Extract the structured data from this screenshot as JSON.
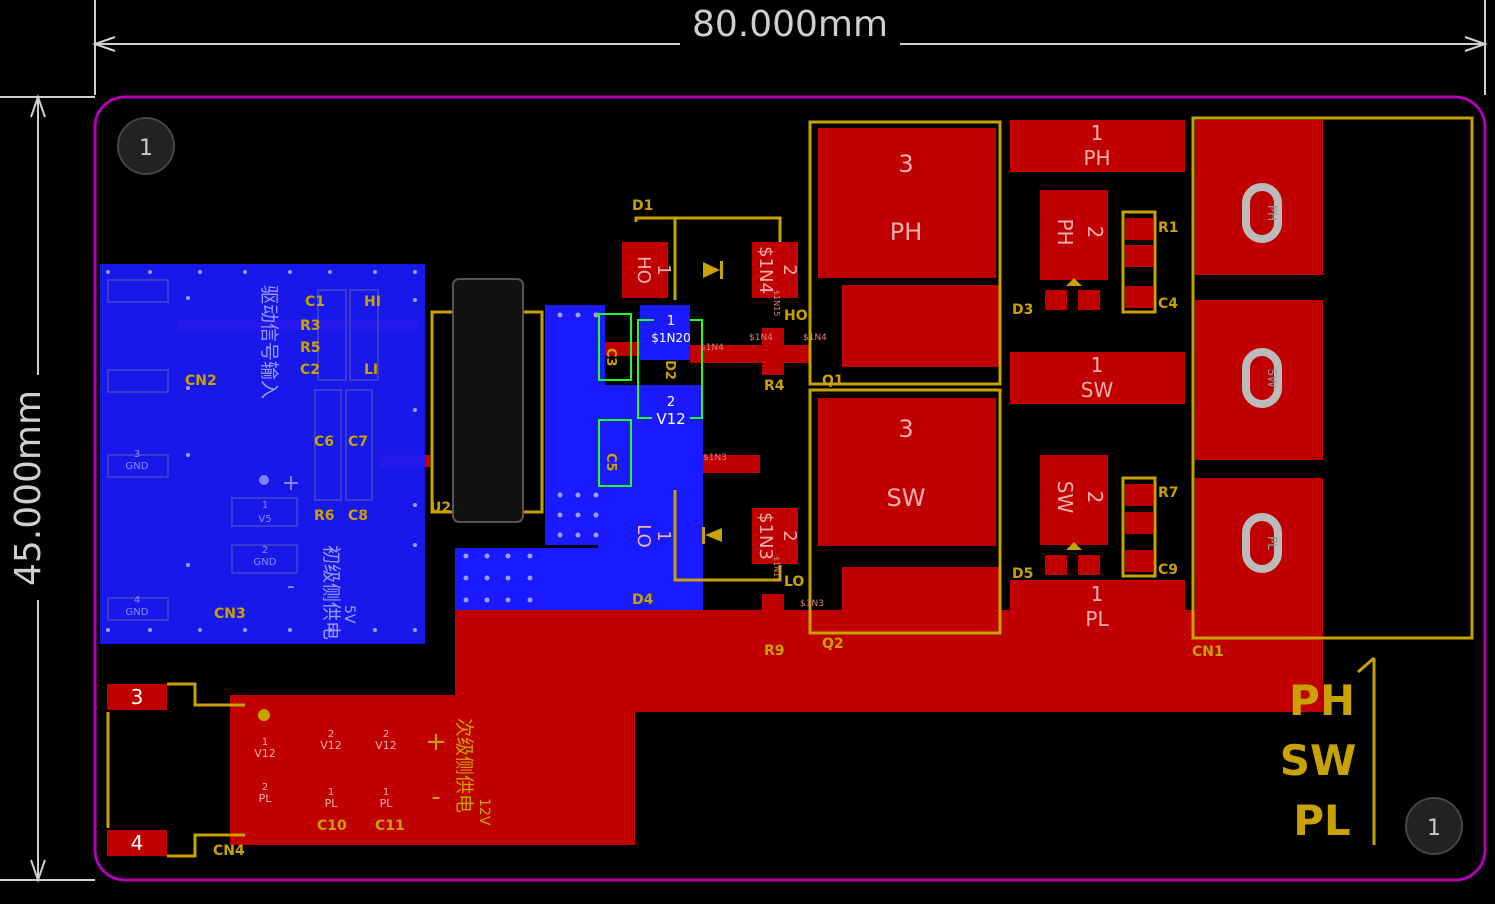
{
  "dimensions": {
    "width_label": "80.000mm",
    "height_label": "45.000mm"
  },
  "mounting_holes": [
    "1",
    "1"
  ],
  "designators": {
    "CN1": "CN1",
    "CN2": "CN2",
    "CN3": "CN3",
    "CN4": "CN4",
    "U2": "U2",
    "D1": "D1",
    "D3": "D3",
    "D4": "D4",
    "D5": "D5",
    "Q1": "Q1",
    "Q2": "Q2",
    "R1": "R1",
    "R4": "R4",
    "R7": "R7",
    "R9": "R9",
    "C4": "C4",
    "C9": "C9",
    "C10": "C10",
    "C11": "C11",
    "C1": "C1",
    "R3": "R3",
    "R5": "R5",
    "C2": "C2",
    "HI": "HI",
    "LI": "LI",
    "C6": "C6",
    "C7": "C7",
    "R6": "R6",
    "C8": "C8",
    "C3": "C3",
    "C5": "C5",
    "D2": "D2",
    "HO": "HO",
    "LO": "LO"
  },
  "chinese_labels": {
    "drive_input": "驱动信号输入",
    "primary_power": "初级侧供电",
    "primary_voltage": "5V",
    "secondary_power": "次级侧供电",
    "secondary_voltage": "12V",
    "plus": "+",
    "minus": "-"
  },
  "pads": {
    "cn1": [
      "PH",
      "SW",
      "PL"
    ],
    "q_pad_num": "3",
    "q1_net": "PH",
    "q2_net": "SW",
    "pad1": "1",
    "pad2": "2",
    "pad3": "3",
    "pad4": "4",
    "right_ph": "PH",
    "right_sw": "SW",
    "right_pl": "PL",
    "net_ho": "HO",
    "net_lo": "LO",
    "net_1n4": "$1N4",
    "net_1n3": "$1N3",
    "net_1n20": "$1N20",
    "net_v12": "V12",
    "net_v5": "V5",
    "net_gnd": "GND",
    "net_pl": "PL",
    "net_1n15": "$1N15"
  },
  "legend": [
    "PH",
    "SW",
    "PL"
  ],
  "colors": {
    "board_outline": "#b000b0",
    "top_copper": "#c00000",
    "bottom_copper": "#1a1aff",
    "silkscreen": "#c8a200",
    "dimension": "#cfcfcf",
    "highlight": "#00ff00"
  }
}
